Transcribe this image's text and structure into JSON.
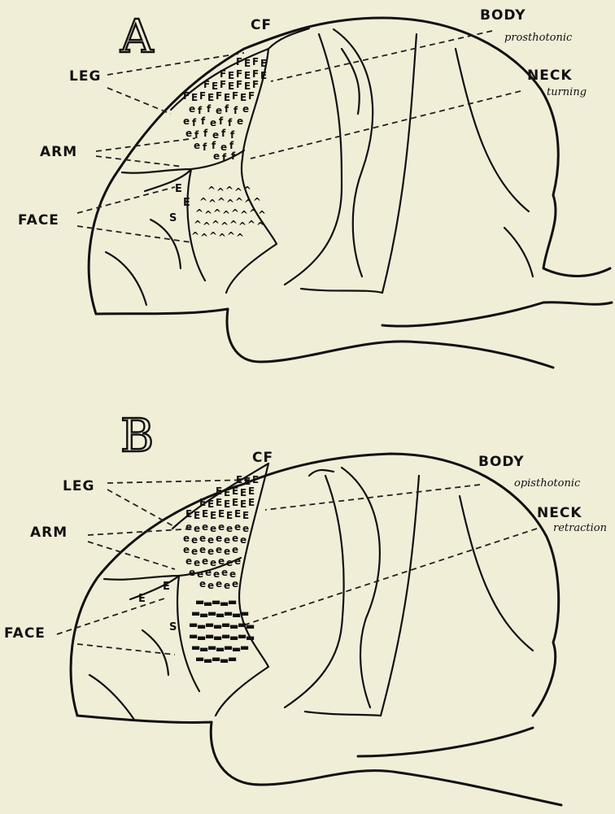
{
  "panels": [
    {
      "id": "A",
      "letter": "A",
      "cf": "CF",
      "labels": {
        "leg": "LEG",
        "arm": "ARM",
        "face": "FACE",
        "body": "BODY",
        "neck": "NECK"
      },
      "body_note": "prosthotonic",
      "neck_note": "turning",
      "sulcus_letters": [
        "E",
        "E",
        "S"
      ],
      "leg_mark": "F",
      "leg_mark_alt": "E",
      "arm_mark": "f",
      "arm_mark_alt": "e",
      "face_mark": "^"
    },
    {
      "id": "B",
      "letter": "B",
      "cf": "CF",
      "labels": {
        "leg": "LEG",
        "arm": "ARM",
        "face": "FACE",
        "body": "BODY",
        "neck": "NECK"
      },
      "body_note": "opisthotonic",
      "neck_note": "retraction",
      "sulcus_letters": [
        "E",
        "E",
        "S"
      ],
      "leg_mark": "E",
      "arm_mark": "e",
      "face_mark": "▬"
    }
  ],
  "colors": {
    "paper": "#f1eed8",
    "ink": "#111111"
  }
}
